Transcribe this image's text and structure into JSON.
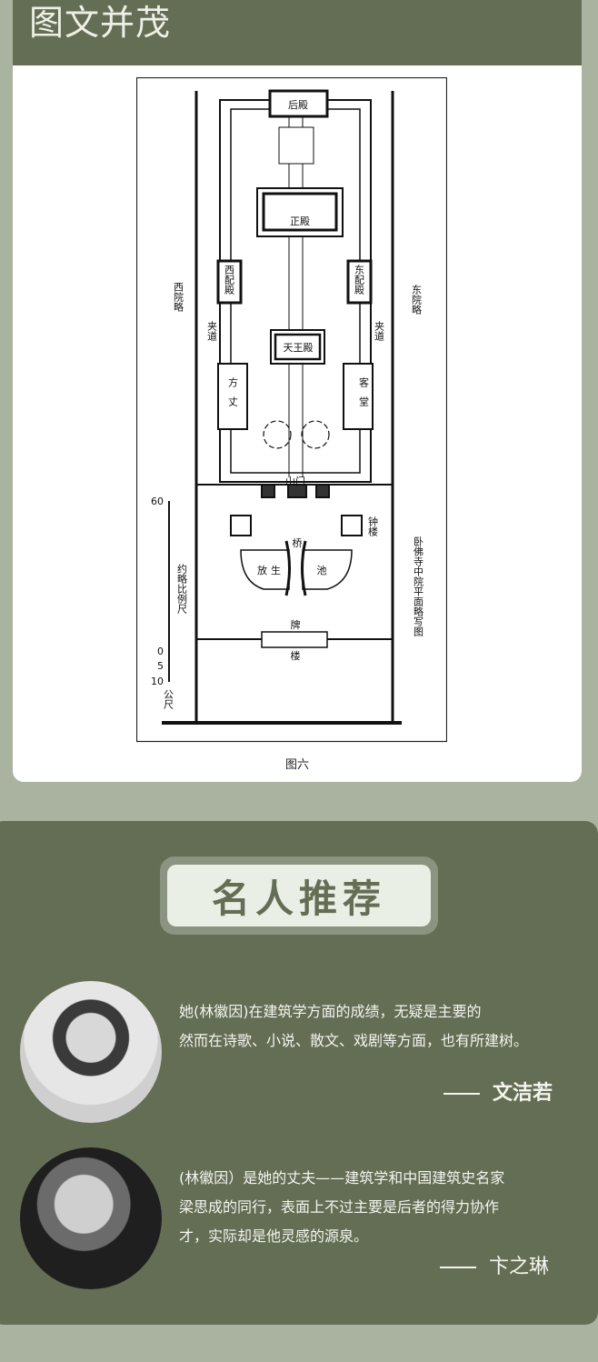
{
  "section_header": {
    "title": "图文并茂"
  },
  "figure": {
    "caption": "图六",
    "labels": {
      "rear_hall": "后殿",
      "main_hall": "正殿",
      "west_side_hall": "西配殿",
      "east_side_hall": "东配殿",
      "west_yard": "西院略",
      "east_yard": "东院略",
      "left_passage": "夹道",
      "right_passage": "夹道",
      "heavenly_kings_hall": "天王殿",
      "abbot_room": "方丈",
      "guest_hall": "客堂",
      "mountain_gate": "山门",
      "bell_tower": "钟楼",
      "bridge": "桥",
      "pond_left": "放生",
      "pond_right": "池",
      "archway_top": "牌",
      "archway_bottom": "楼",
      "scale_title": "约略比例尺",
      "scale_unit": "公尺",
      "scale_ticks": [
        "60",
        "0",
        "5",
        "10"
      ],
      "plan_title": "卧佛寺中院平面略写图"
    }
  },
  "recommend": {
    "badge": "名人推荐",
    "quotes": [
      {
        "lines": [
          "她(林徽因)在建筑学方面的成绩，无疑是主要的",
          "然而在诗歌、小说、散文、戏剧等方面，也有所建树。"
        ],
        "author": "文洁若"
      },
      {
        "lines": [
          "(林徽因）是她的丈夫——建筑学和中国建筑史名家",
          "梁思成的同行，表面上不过主要是后者的得力协作",
          "才，实际却是他灵感的源泉。"
        ],
        "author": "卞之琳"
      }
    ]
  },
  "colors": {
    "background": "#a9b3a0",
    "panel": "#646e55",
    "badge_bg": "#eaefe6"
  }
}
